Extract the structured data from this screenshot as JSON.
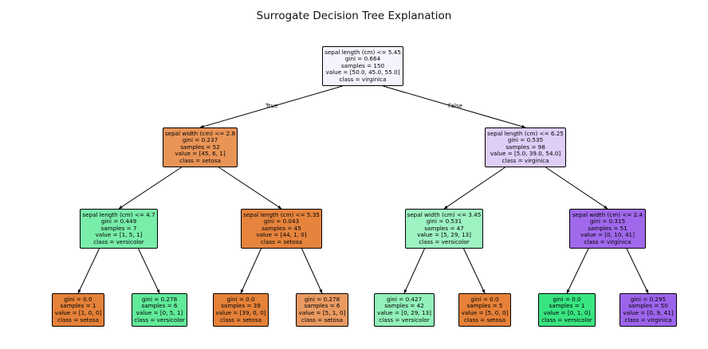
{
  "title": "Surrogate Decision Tree Explanation",
  "edge_labels": {
    "left": "True",
    "right": "False"
  },
  "colors": {
    "setosa": "#e58139",
    "versicolor": "#39e581",
    "virginica": "#8139e5",
    "line": "#000000"
  },
  "nodes": [
    {
      "id": "n0",
      "lines": [
        "sepal length (cm) <= 5.45",
        "gini = 0.664",
        "samples = 150",
        "value = [50.0, 45.0, 55.0]",
        "class = virginica"
      ],
      "fill": "#f7f3fe"
    },
    {
      "id": "n1",
      "lines": [
        "sepal width (cm) <= 2.8",
        "gini = 0.237",
        "samples = 52",
        "value = [45, 6, 1]",
        "class = setosa"
      ],
      "fill": "#e99457"
    },
    {
      "id": "n2",
      "lines": [
        "sepal length (cm) <= 6.25",
        "gini = 0.535",
        "samples = 98",
        "value = [5.0, 39.0, 54.0]",
        "class = virginica"
      ],
      "fill": "#decef8"
    },
    {
      "id": "n3",
      "lines": [
        "sepal length (cm) <= 4.7",
        "gini = 0.449",
        "samples = 7",
        "value = [1, 5, 1]",
        "class = versicolor"
      ],
      "fill": "#79edaa"
    },
    {
      "id": "n4",
      "lines": [
        "sepal length (cm) <= 5.35",
        "gini = 0.043",
        "samples = 45",
        "value = [44, 1, 0]",
        "class = setosa"
      ],
      "fill": "#e6843d"
    },
    {
      "id": "n5",
      "lines": [
        "sepal width (cm) <= 3.45",
        "gini = 0.531",
        "samples = 47",
        "value = [5, 29, 13]",
        "class = versicolor"
      ],
      "fill": "#9ef3c2"
    },
    {
      "id": "n6",
      "lines": [
        "sepal width (cm) <= 2.4",
        "gini = 0.315",
        "samples = 51",
        "value = [0, 10, 41]",
        "class = virginica"
      ],
      "fill": "#a069eb"
    },
    {
      "id": "n7",
      "lines": [
        "gini = 0.0",
        "samples = 1",
        "value = [1, 0, 0]",
        "class = setosa"
      ],
      "fill": "#e58139"
    },
    {
      "id": "n8",
      "lines": [
        "gini = 0.278",
        "samples = 6",
        "value = [0, 5, 1]",
        "class = versicolor"
      ],
      "fill": "#61ea9a"
    },
    {
      "id": "n9",
      "lines": [
        "gini = 0.0",
        "samples = 39",
        "value = [39, 0, 0]",
        "class = setosa"
      ],
      "fill": "#e58139"
    },
    {
      "id": "n10",
      "lines": [
        "gini = 0.278",
        "samples = 6",
        "value = [5, 1, 0]",
        "class = setosa"
      ],
      "fill": "#ea9a61"
    },
    {
      "id": "n11",
      "lines": [
        "gini = 0.427",
        "samples = 42",
        "value = [0, 29, 13]",
        "class = versicolor"
      ],
      "fill": "#92f1ba"
    },
    {
      "id": "n12",
      "lines": [
        "gini = 0.0",
        "samples = 5",
        "value = [5, 0, 0]",
        "class = setosa"
      ],
      "fill": "#e58139"
    },
    {
      "id": "n13",
      "lines": [
        "gini = 0.0",
        "samples = 1",
        "value = [0, 1, 0]",
        "class = versicolor"
      ],
      "fill": "#39e581"
    },
    {
      "id": "n14",
      "lines": [
        "gini = 0.295",
        "samples = 50",
        "value = [0, 9, 41]",
        "class = virginica"
      ],
      "fill": "#9c64eb"
    }
  ]
}
